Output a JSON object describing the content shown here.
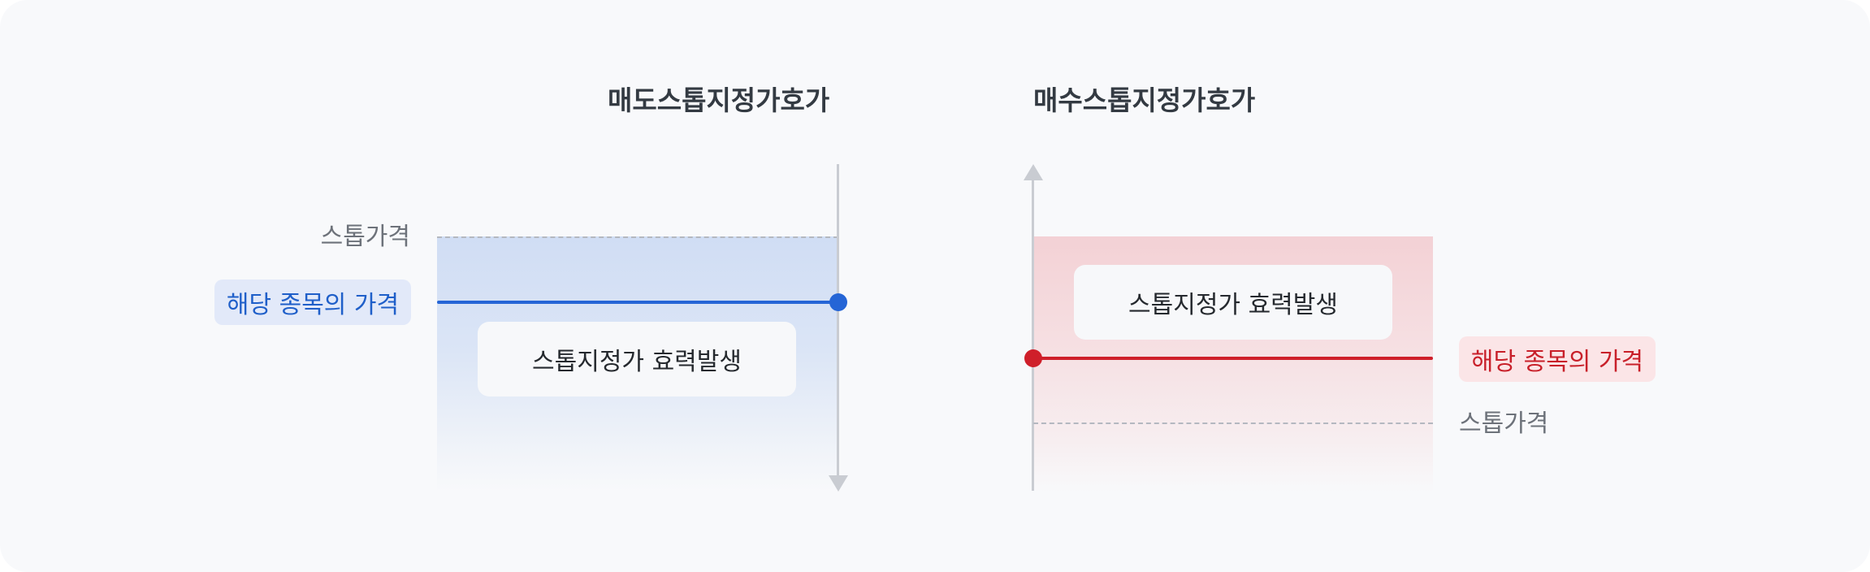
{
  "sell_panel": {
    "title": "매도스톱지정가호가",
    "stop_price_label": "스톱가격",
    "current_price_label": "해당 종목의 가격",
    "effect_note": "스톱지정가 효력발생",
    "accent_color": "#2565d6"
  },
  "buy_panel": {
    "title": "매수스톱지정가호가",
    "stop_price_label": "스톱가격",
    "current_price_label": "해당 종목의 가격",
    "effect_note": "스톱지정가 효력발생",
    "accent_color": "#cf1f2a"
  },
  "icons": {
    "sell_axis_arrow": "arrow-down-icon",
    "buy_axis_arrow": "arrow-up-icon"
  }
}
